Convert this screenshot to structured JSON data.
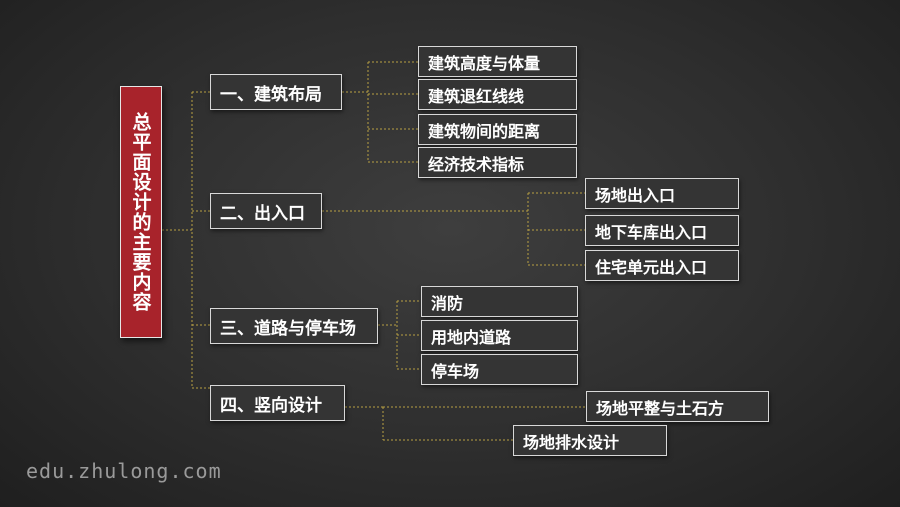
{
  "root": {
    "label": "总平面设计的主要内容"
  },
  "categories": [
    {
      "label": "一、建筑布局",
      "items": [
        "建筑高度与体量",
        "建筑退红线线",
        "建筑物间的距离",
        "经济技术指标"
      ]
    },
    {
      "label": "二、出入口",
      "items": [
        "场地出入口",
        "地下车库出入口",
        "住宅单元出入口"
      ]
    },
    {
      "label": "三、道路与停车场",
      "items": [
        "消防",
        "用地内道路",
        "停车场"
      ]
    },
    {
      "label": "四、竖向设计",
      "items": [
        "场地平整与土石方",
        "场地排水设计"
      ]
    }
  ],
  "watermark": "edu.zhulong.com",
  "colors": {
    "root_fill": "#a8232b",
    "connector": "#b8a043",
    "background": "#333333"
  }
}
